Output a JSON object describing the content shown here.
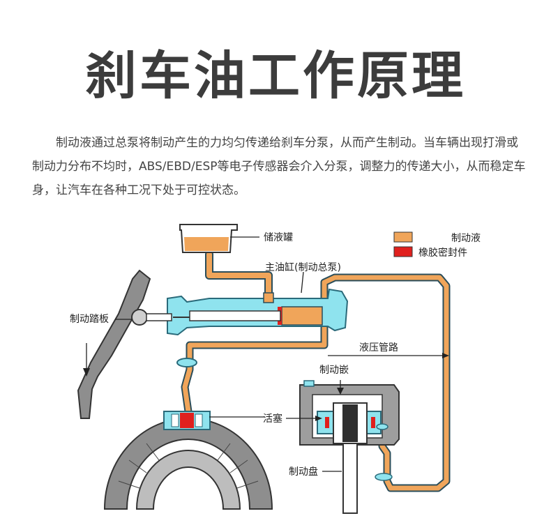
{
  "title": "刹车油工作原理",
  "intro": "制动液通过总泵将制动产生的力均匀传递给刹车分泵，从而产生制动。当车辆出现打滑或制动力分布不均时，ABS/EBD/ESP等电子传感器会介入分泵，调整力的传递大小，从而稳定车身，让汽车在各种工况下处于可控状态。",
  "colors": {
    "brake_fluid": "#f0a55a",
    "rubber_seal": "#e0201e",
    "housing": "#8fe3ee",
    "housing_outline": "#2a6a7a",
    "drum": "#8e8e8e"
  },
  "legend": [
    {
      "label": "制动液",
      "color": "#f0a55a"
    },
    {
      "label": "橡胶密封件",
      "color": "#e0201e"
    }
  ],
  "labels": {
    "reservoir": "储液罐",
    "master_cylinder": "主油缸(制动总泵)",
    "pedal": "制动踏板",
    "hydraulic_line": "液压管路",
    "caliper": "制动嵌",
    "piston": "活塞",
    "disc": "制动盘"
  }
}
